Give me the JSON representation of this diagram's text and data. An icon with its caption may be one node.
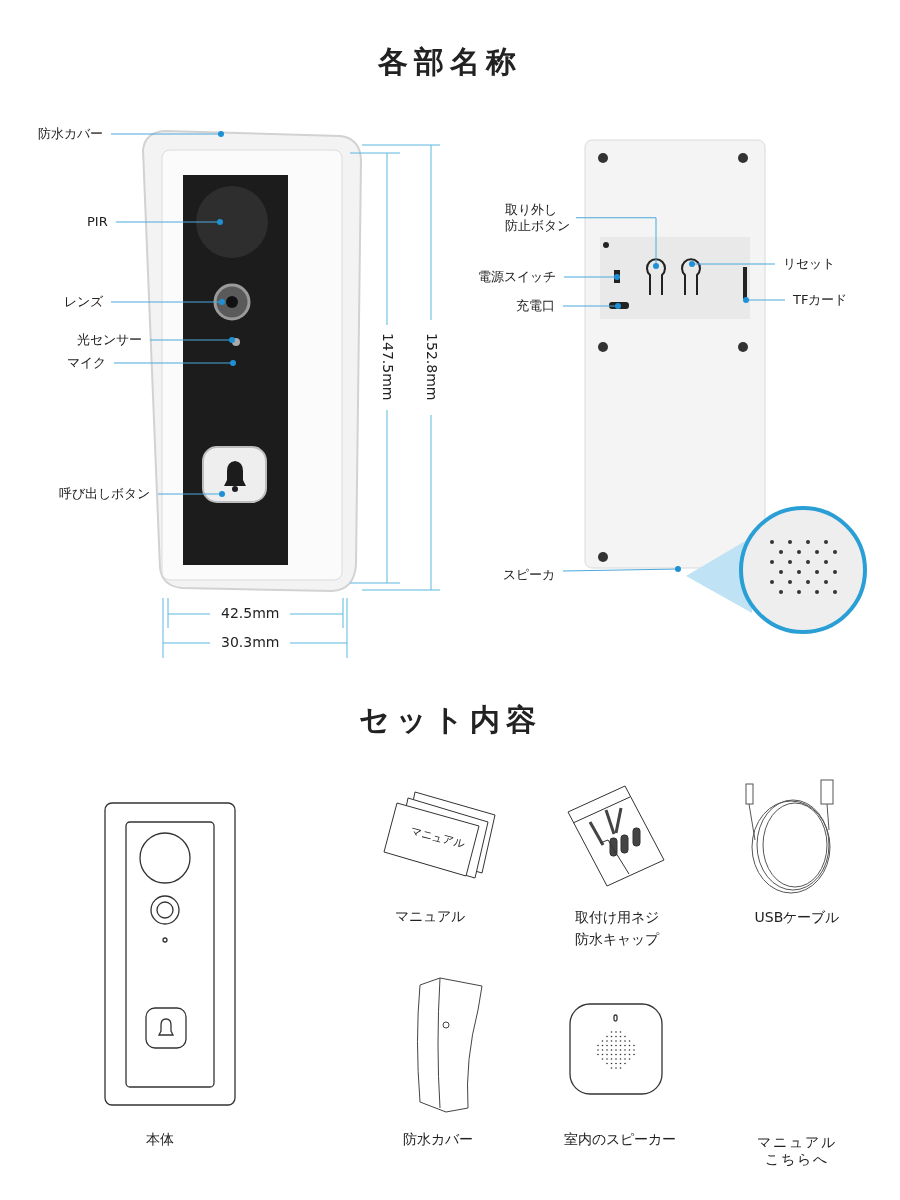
{
  "diagram": {
    "title": "各部名称",
    "nodes": [
      {
        "text": [
          "防水カバー"
        ]
      },
      {
        "text": [
          "PIR"
        ]
      },
      {
        "text": [
          "レンズ"
        ]
      },
      {
        "text": [
          "光センサー"
        ]
      },
      {
        "text": [
          "マイク"
        ]
      },
      {
        "text": [
          "呼び出しボタン"
        ]
      },
      {
        "text": [
          "取り外し",
          "防止ボタン"
        ]
      },
      {
        "text": [
          "電源スイッチ"
        ]
      },
      {
        "text": [
          "充電口"
        ]
      },
      {
        "text": [
          "リセット"
        ]
      },
      {
        "text": [
          "TFカード"
        ]
      },
      {
        "text": [
          "スピーカ"
        ]
      },
      {
        "text": [],
        "shape": "picture"
      }
    ],
    "edges": [
      {
        "from": 0,
        "to": null,
        "arrow": "other"
      },
      {
        "from": 1,
        "to": null,
        "arrow": "other"
      },
      {
        "from": 2,
        "to": null,
        "arrow": "other"
      },
      {
        "from": 3,
        "to": null,
        "arrow": "other"
      },
      {
        "from": 4,
        "to": null,
        "arrow": "other"
      },
      {
        "from": 5,
        "to": null,
        "arrow": "other"
      },
      {
        "from": 6,
        "to": 12,
        "arrow": "other"
      },
      {
        "from": 7,
        "to": 12,
        "arrow": "other"
      },
      {
        "from": 8,
        "to": 12,
        "arrow": "other"
      },
      {
        "from": 9,
        "to": 12,
        "arrow": "other"
      },
      {
        "from": 10,
        "to": 12,
        "arrow": "other"
      },
      {
        "from": 11,
        "to": 12,
        "arrow": "other"
      }
    ],
    "labels": [
      "147.5mm",
      "152.8mm",
      "42.5mm",
      "30.3mm",
      "セット内容",
      "マニュアル",
      "マニュアル",
      "取付け用ネジ",
      "防水キャップ",
      "USBケーブル",
      "本体",
      "防水カバー",
      "室内のスピーカー",
      "マニュアルこちらへ"
    ]
  }
}
